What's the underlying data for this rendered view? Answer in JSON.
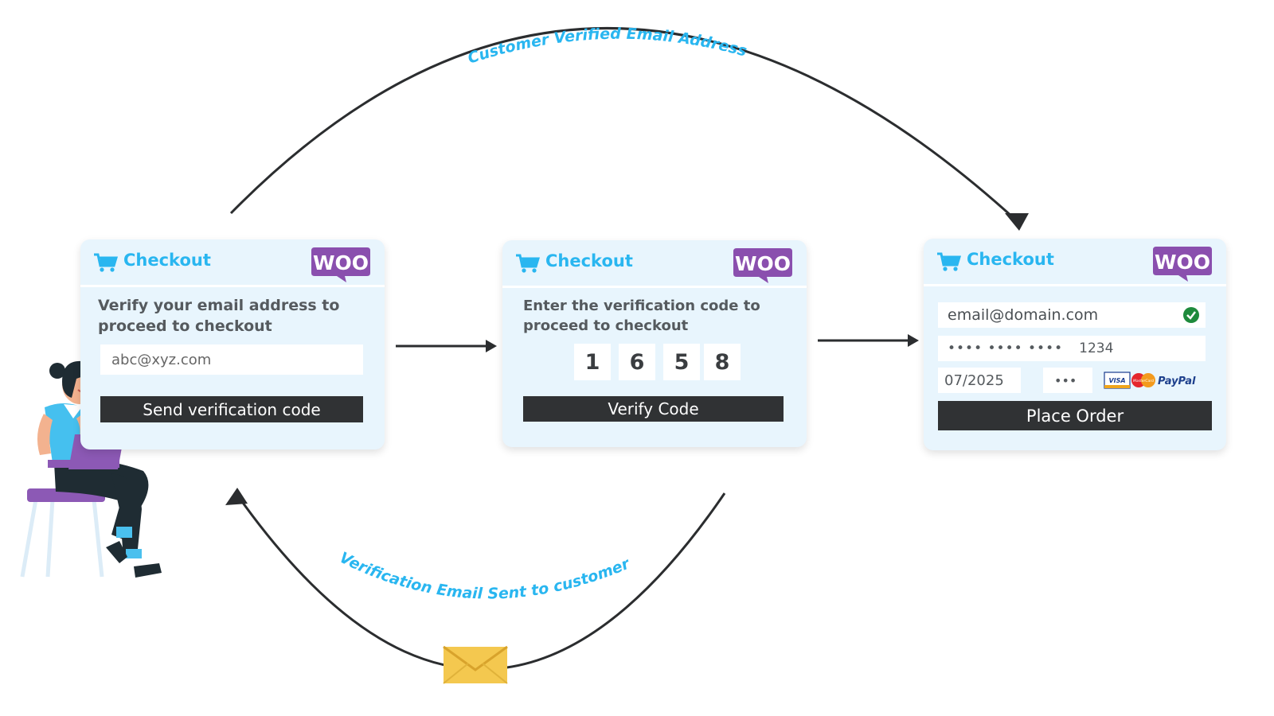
{
  "flow": {
    "top_arc_label": "Customer Verified Email Address",
    "bottom_arc_label": "Verification Email Sent to customer"
  },
  "steps": [
    {
      "title": "Checkout",
      "brand": "WOO",
      "instruction": "Verify your email address to proceed to checkout",
      "email_value": "abc@xyz.com",
      "button_label": "Send verification code"
    },
    {
      "title": "Checkout",
      "brand": "WOO",
      "instruction": "Enter the verification code to proceed to checkout",
      "code_digits": [
        "1",
        "6",
        "5",
        "8"
      ],
      "button_label": "Verify Code"
    },
    {
      "title": "Checkout",
      "brand": "WOO",
      "email_value": "email@domain.com",
      "card_mask": "•••• •••• ••••",
      "card_last4": "1234",
      "expiry": "07/2025",
      "cvv_mask": "•••",
      "payment_brands": [
        "VISA",
        "MasterCard",
        "PayPal"
      ],
      "button_label": "Place Order"
    }
  ],
  "icons": [
    "cart-icon",
    "woo-logo",
    "check-icon",
    "envelope-icon",
    "person-with-laptop-illustration"
  ],
  "colors": {
    "accent": "#29b6f0",
    "woo_purple": "#8a4fae",
    "card_bg": "#e8f5fd",
    "button_dark": "#303234",
    "verified_green": "#1e8a3c"
  }
}
